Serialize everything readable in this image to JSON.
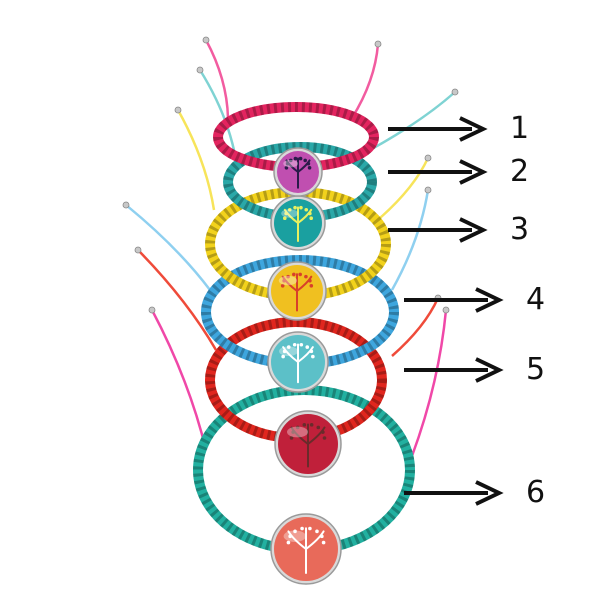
{
  "callouts": [
    {
      "label": "1"
    },
    {
      "label": "2"
    },
    {
      "label": "3"
    },
    {
      "label": "4"
    },
    {
      "label": "5"
    },
    {
      "label": "6"
    }
  ],
  "bracelets": [
    {
      "cord": "#e3245f",
      "tie": "#f25ca0",
      "charm_bg": "#c04fb0",
      "charm_art": "#2b1b4a"
    },
    {
      "cord": "#2aa8a8",
      "tie": "#7fd3d3",
      "charm_bg": "#1aa0a0",
      "charm_art": "#e8f060"
    },
    {
      "cord": "#f2d21c",
      "tie": "#f7e45a",
      "charm_bg": "#f0c020",
      "charm_art": "#d8402a"
    },
    {
      "cord": "#3ea6de",
      "tie": "#8fd0f0",
      "charm_bg": "#5cc0c8",
      "charm_art": "#ffffff"
    },
    {
      "cord": "#e0261e",
      "tie": "#ef4b3a",
      "charm_bg": "#c0203a",
      "charm_art": "#6a2b2b"
    },
    {
      "cord": "#22b0a0",
      "tie": "#f048a8",
      "charm_bg": "#e86a5a",
      "charm_art": "#ffffff"
    }
  ],
  "colors": {
    "arrow": "#111111",
    "background": "#ffffff"
  }
}
